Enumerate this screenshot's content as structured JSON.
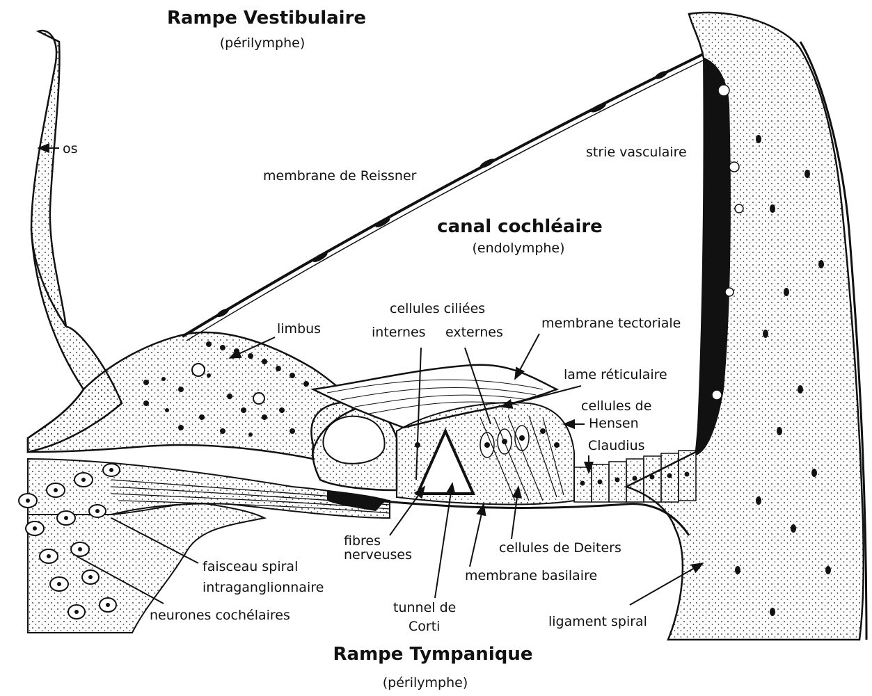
{
  "title_top": "Rampe Vestibulaire",
  "title_top_sub": "(périlymphe)",
  "title_center": "canal cochléaire",
  "title_center_sub": "(endolymphe)",
  "title_bottom": "Rampe Tympanique",
  "title_bottom_sub": "(périlymphe)",
  "labels": {
    "os": "os",
    "reissner": "membrane de Reissner",
    "strie": "strie vasculaire",
    "limbus": "limbus",
    "ciliees": "cellules ciliées",
    "internes": "internes",
    "externes": "externes",
    "tectoriale": "membrane tectoriale",
    "reticulaire": "lame réticulaire",
    "hensen_1": "cellules de",
    "hensen_2": "Hensen",
    "claudius": "Claudius",
    "fibres_1": "fibres",
    "fibres_2": "nerveuses",
    "deiters": "cellules de Deiters",
    "basilaire": "membrane basilaire",
    "faisceau_1": "faisceau spiral",
    "faisceau_2": "intraganglionnaire",
    "neurones": "neurones cochélaires",
    "tunnel_1": "tunnel de",
    "tunnel_2": "Corti",
    "ligament": "ligament spiral"
  }
}
